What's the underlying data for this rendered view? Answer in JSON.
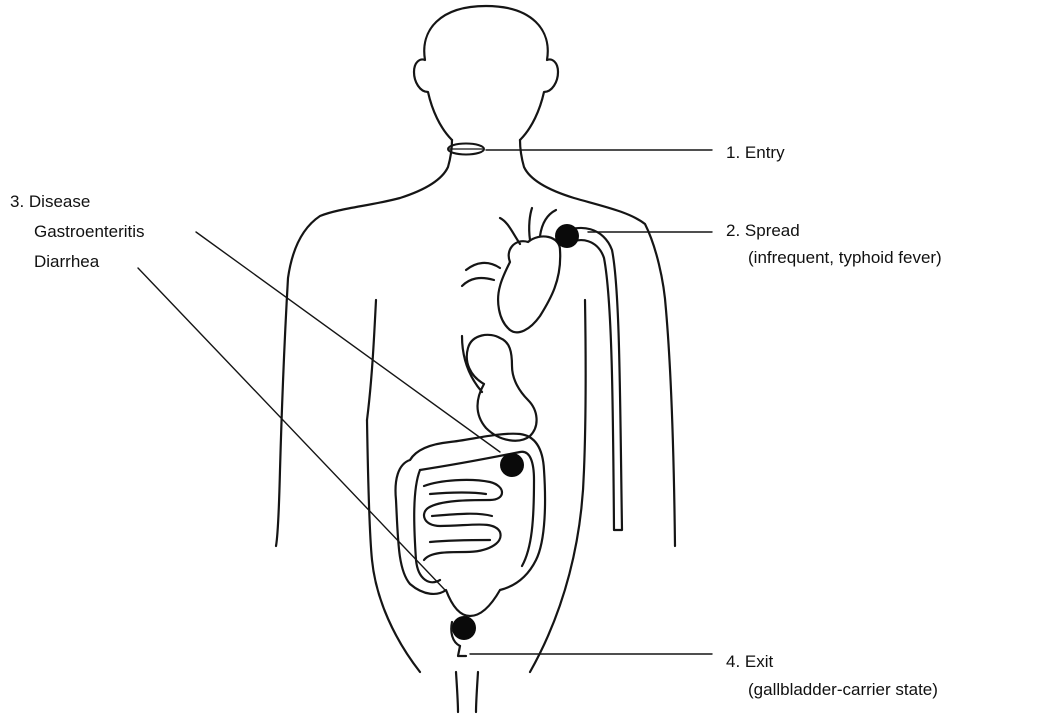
{
  "labels": {
    "entry": "1. Entry",
    "spread": "2. Spread",
    "spread_note": "(infrequent, typhoid fever)",
    "disease": "3. Disease",
    "disease_line2": "Gastroenteritis",
    "disease_line3": "Diarrhea",
    "exit": "4. Exit",
    "exit_note": "(gallbladder-carrier state)"
  },
  "colors": {
    "line": "#151515",
    "dot": "#0a0a0a",
    "background": "#ffffff"
  }
}
